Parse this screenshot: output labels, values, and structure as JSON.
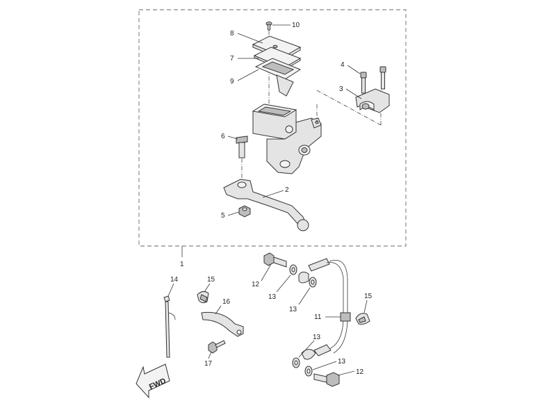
{
  "diagram": {
    "callouts": {
      "c1": "1",
      "c2": "2",
      "c3": "3",
      "c4": "4",
      "c5": "5",
      "c6": "6",
      "c7": "7",
      "c8": "8",
      "c9": "9",
      "c10": "10",
      "c11": "11",
      "c12a": "12",
      "c12b": "12",
      "c13a": "13",
      "c13b": "13",
      "c13c": "13",
      "c13d": "13",
      "c14": "14",
      "c15a": "15",
      "c15b": "15",
      "c16": "16",
      "c17": "17"
    },
    "fwd_label": "FWD"
  }
}
